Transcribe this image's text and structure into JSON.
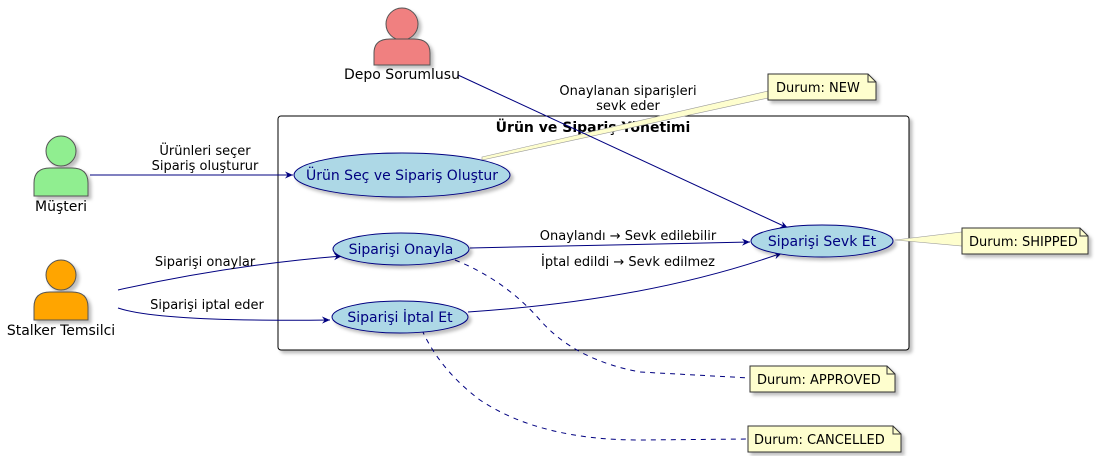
{
  "colors": {
    "actor_customer": "#90EE90",
    "actor_warehouse": "#F08080",
    "actor_sales": "#FFA500",
    "usecase_fill": "#ADD8E6",
    "usecase_text": "#000080",
    "edge": "#000080",
    "note_fill": "#FEFECE"
  },
  "diagram": {
    "boundary_title": "Ürün ve Sipariş Yönetimi",
    "actors": {
      "customer": "Müşteri",
      "warehouse": "Depo Sorumlusu",
      "sales": "Stalker Temsilci"
    },
    "usecases": {
      "create_order": "Ürün Seç ve Sipariş Oluştur",
      "approve": "Siparişi Onayla",
      "cancel": "Siparişi İptal Et",
      "ship": "Siparişi Sevk Et"
    },
    "edges": {
      "customer_create_1": "Ürünleri seçer",
      "customer_create_2": "Sipariş oluşturur",
      "warehouse_ship_1": "Onaylanan siparişleri",
      "warehouse_ship_2": "sevk eder",
      "sales_approve": "Siparişi onaylar",
      "sales_cancel": "Siparişi iptal eder",
      "approve_ship": "Onaylandı → Sevk edilebilir",
      "cancel_ship": "İptal edildi → Sevk edilmez"
    },
    "notes": {
      "new": "Durum: NEW",
      "shipped": "Durum: SHIPPED",
      "approved": "Durum: APPROVED",
      "cancelled": "Durum: CANCELLED"
    }
  }
}
